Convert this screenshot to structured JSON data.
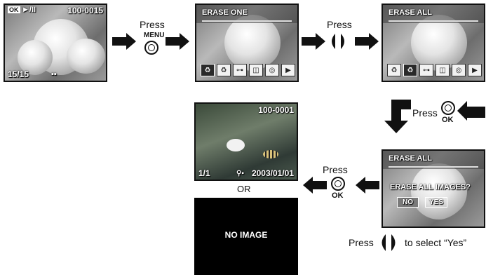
{
  "screen1": {
    "ok_badge": "OK",
    "mode_icon": "►/II",
    "file_no": "100-0015",
    "counter": "15/15",
    "media_icon": "movie-icon"
  },
  "step1": {
    "press": "Press",
    "button": "MENU"
  },
  "screen2": {
    "title": "ERASE  ONE",
    "icons": [
      "erase-one-icon",
      "erase-all-icon",
      "protect-icon",
      "rotate-icon",
      "dpof-icon",
      "slideshow-icon"
    ]
  },
  "step2": {
    "press": "Press"
  },
  "screen3": {
    "title": "ERASE  ALL",
    "icons": [
      "erase-one-icon",
      "erase-all-icon",
      "protect-icon",
      "rotate-icon",
      "dpof-icon",
      "slideshow-icon"
    ]
  },
  "step3": {
    "press": "Press",
    "ok": "OK"
  },
  "screen4": {
    "title": "ERASE  ALL",
    "question": "ERASE  ALL  IMAGES?",
    "no": "NO",
    "yes": "YES"
  },
  "step4": {
    "press": "Press",
    "suffix": "to select “Yes”"
  },
  "step5": {
    "press": "Press",
    "ok": "OK"
  },
  "screen5": {
    "file_no": "100-0001",
    "counter": "1/1",
    "date": "2003/01/01"
  },
  "or_label": "OR",
  "screen6": {
    "message": "NO  IMAGE"
  }
}
